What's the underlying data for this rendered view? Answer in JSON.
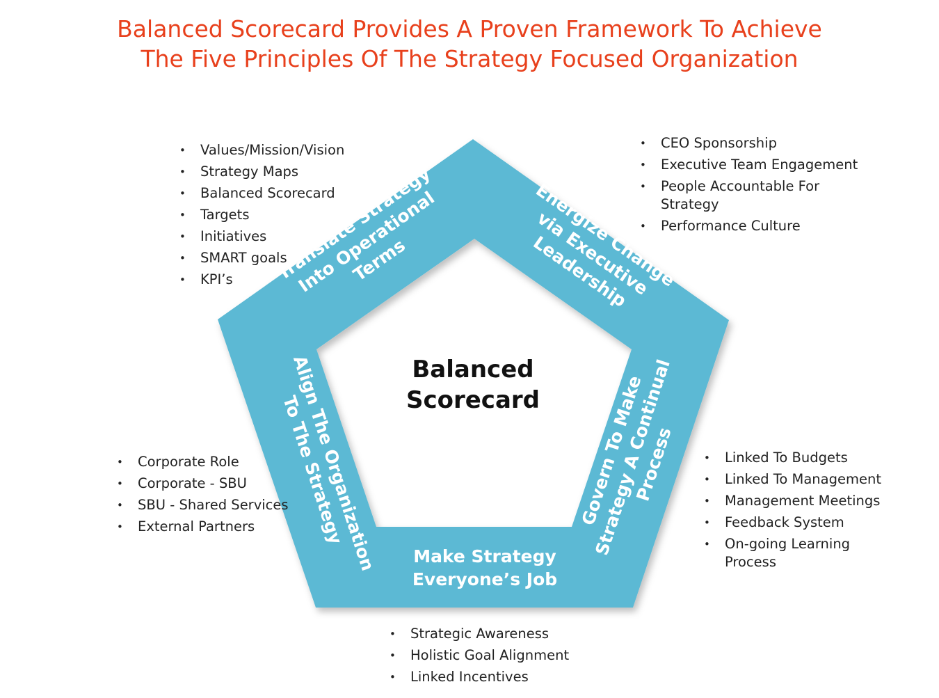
{
  "title": {
    "line1": "Balanced Scorecard Provides A Proven Framework To Achieve",
    "line2": "The Five Principles Of The Strategy Focused Organization"
  },
  "colors": {
    "title": "#e8401c",
    "pentagon": "#5bb9d4",
    "segment_text": "#ffffff",
    "center_text": "#111111",
    "bullet_text": "#222222"
  },
  "center": {
    "line1": "Balanced",
    "line2": "Scorecard"
  },
  "segments": {
    "translate": {
      "line1": "Translate Strategy",
      "line2": "Into Operational",
      "line3": "Terms"
    },
    "energize": {
      "line1": "Energize Change",
      "line2": "via Executive",
      "line3": "Leadership"
    },
    "govern": {
      "line1": "Govern To Make",
      "line2": "Strategy A Continual",
      "line3": "Process"
    },
    "everyone": {
      "line1": "Make Strategy",
      "line2": "Everyone’s Job"
    },
    "align": {
      "line1": "Align The Organization",
      "line2": "To The Strategy"
    }
  },
  "lists": {
    "translate": [
      "Values/Mission/Vision",
      "Strategy Maps",
      "Balanced Scorecard",
      "Targets",
      "Initiatives",
      "SMART goals",
      "KPI’s"
    ],
    "energize": [
      "CEO Sponsorship",
      "Executive Team Engagement",
      "People Accountable For Strategy",
      "Performance Culture"
    ],
    "align": [
      "Corporate Role",
      "Corporate - SBU",
      "SBU - Shared Services",
      "External Partners"
    ],
    "govern": [
      "Linked To Budgets",
      "Linked To Management",
      "Management Meetings",
      "Feedback System",
      "On-going Learning Process"
    ],
    "everyone": [
      "Strategic Awareness",
      "Holistic Goal Alignment",
      "Linked Incentives"
    ]
  }
}
